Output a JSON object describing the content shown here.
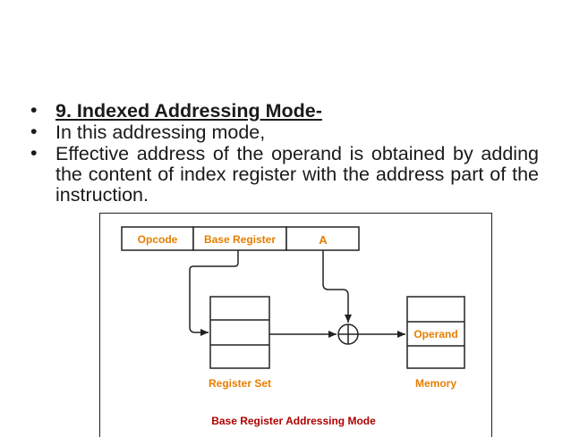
{
  "bullets": [
    {
      "marker": "•",
      "text": "9. Indexed Addressing Mode-",
      "heading": true
    },
    {
      "marker": "•",
      "text": "In this addressing mode,"
    },
    {
      "marker": "•",
      "text": "Effective address of the operand is obtained by adding the content of index register with the address part of the instruction."
    }
  ],
  "diagram": {
    "instruction_fields": [
      "Opcode",
      "Base Register",
      "A"
    ],
    "register_set_label": "Register Set",
    "memory_label": "Memory",
    "operand_label": "Operand",
    "caption": "Base Register Addressing Mode",
    "colors": {
      "label": "#e67e00",
      "caption": "#b00000",
      "line": "#222222"
    }
  }
}
